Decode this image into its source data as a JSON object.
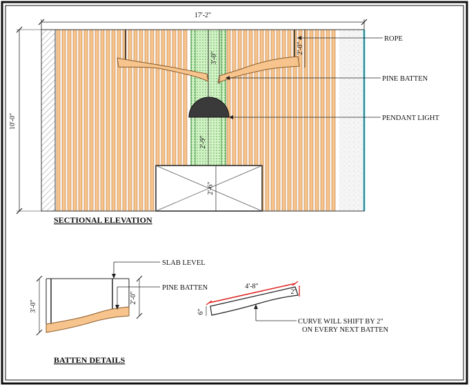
{
  "labels": {
    "overall_width": "17'-2\"",
    "overall_height": "10'-0\"",
    "rope": "ROPE",
    "pine_batten": "PINE BATTEN",
    "pendant_light": "PENDANT LIGHT",
    "dim_rope_drop": "2'-0\"",
    "dim_panel_upper": "3'-0\"",
    "dim_panel_lower": "2'-9\"",
    "dim_box": "2'-6\"",
    "sectional_elevation": "SECTIONAL ELEVATION",
    "slab_level": "SLAB LEVEL",
    "pine_batten_detail": "PINE BATTEN",
    "dim_detail_height": "3'-0\"",
    "dim_detail_drop": "2'-0\"",
    "dim_batten_length": "4'-8\"",
    "dim_batten_depth": "6\"",
    "dim_curve_end": "2\"",
    "curve_note_1": "CURVE WILL SHIFT BY 2\"",
    "curve_note_2": "ON EVERY NEXT BATTEN",
    "batten_details": "BATTEN DETAILS"
  },
  "colors": {
    "batten_fill": "#f6c48c",
    "batten_stroke": "#b8753a",
    "green_panel": "#c6ecb8",
    "green_dot": "#4fae44",
    "cyan_edge": "#49d7e8",
    "red_dim": "#e02020",
    "pendant": "#3a3a3a"
  }
}
